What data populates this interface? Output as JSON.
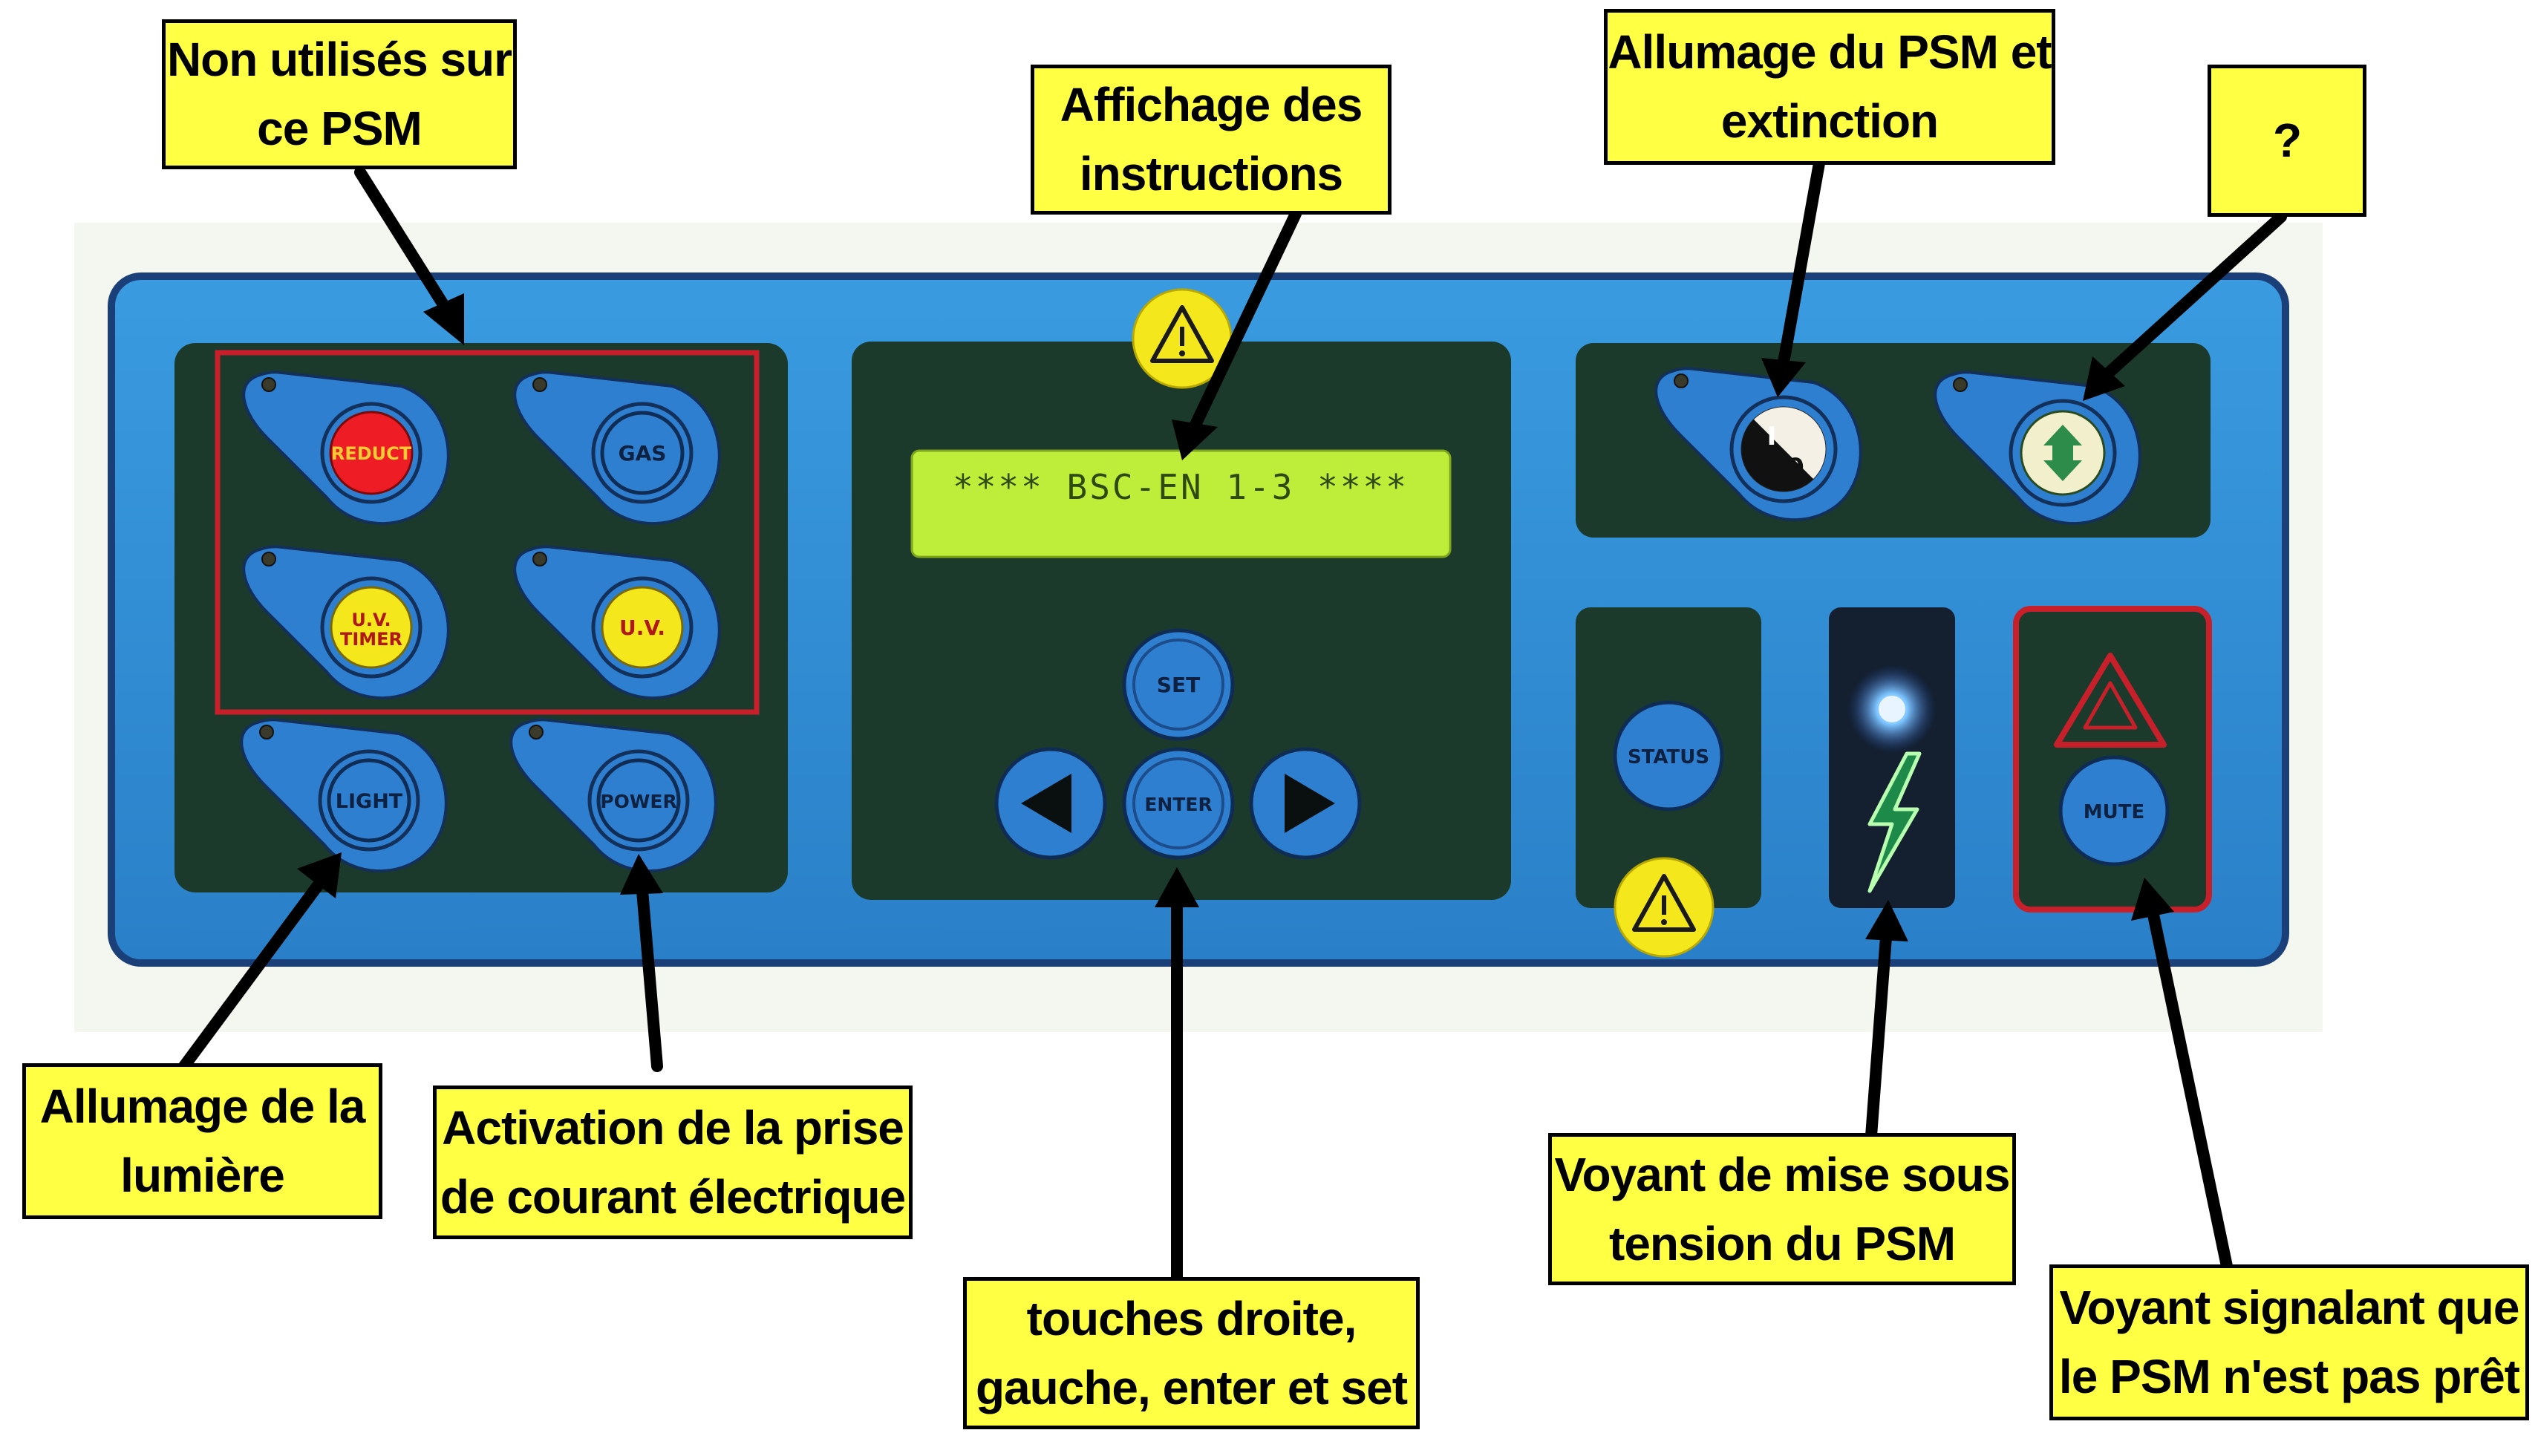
{
  "colors": {
    "panel": "#2f8ed6",
    "panel_edge": "#1b3f78",
    "module": "#1b3a2c",
    "lcd": "#bfee3a",
    "callout": "#ffff44",
    "frame_red": "#c8202a",
    "button_blue": "#2f7fd0",
    "reduct_red": "#ee1c24",
    "uv_yellow": "#f4e81c",
    "power_led": "#3fa0ff"
  },
  "lcd": {
    "text": "**** BSC-EN 1-3 ****"
  },
  "buttons": {
    "reduct": "REDUCT",
    "gas": "GAS",
    "uv_timer": "U.V.\nTIMER",
    "uv": "U.V.",
    "light": "LIGHT",
    "power": "POWER",
    "set": "SET",
    "enter": "ENTER",
    "status": "STATUS",
    "mute": "MUTE",
    "on_off_top": "I",
    "on_off_bottom": "0"
  },
  "icons": {
    "warning": "warning-triangle-icon",
    "left": "arrow-left-icon",
    "right": "arrow-right-icon",
    "power": "lightning-bolt-icon",
    "airflow": "up-down-arrows-icon"
  },
  "callouts": {
    "unused": "Non utilisés sur\nce PSM",
    "display": "Affichage des\ninstructions",
    "power_on_off": "Allumage du PSM et\nextinction",
    "unknown": "?",
    "light": "Allumage de la\nlumière",
    "socket": "Activation de la prise\nde courant électrique",
    "keys": "touches droite,\ngauche, enter et set",
    "power_led": "Voyant de mise sous\ntension du PSM",
    "not_ready": "Voyant signalant que\nle PSM n'est pas prêt"
  }
}
